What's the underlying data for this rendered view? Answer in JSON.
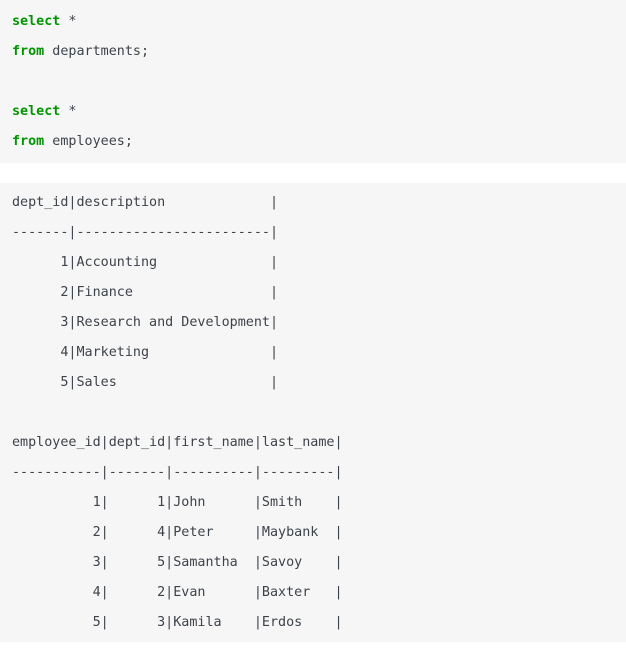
{
  "colors": {
    "page_background": "#ffffff",
    "code_block_background": "#f6f6f6",
    "keyword_color": "#009600",
    "code_text_color": "#3d434a"
  },
  "sql_editor": {
    "lines": [
      {
        "keyword": "select",
        "code": " *"
      },
      {
        "keyword": "from",
        "code": " departments;"
      },
      {
        "keyword": "",
        "code": ""
      },
      {
        "keyword": "select",
        "code": " *"
      },
      {
        "keyword": "from",
        "code": " employees;"
      }
    ]
  },
  "query_results": {
    "departments": {
      "columns": [
        {
          "name": "dept_id",
          "width": 7,
          "align": "right"
        },
        {
          "name": "description",
          "width": 24,
          "align": "left"
        }
      ],
      "rows": [
        [
          "1",
          "Accounting"
        ],
        [
          "2",
          "Finance"
        ],
        [
          "3",
          "Research and Development"
        ],
        [
          "4",
          "Marketing"
        ],
        [
          "5",
          "Sales"
        ]
      ]
    },
    "employees": {
      "columns": [
        {
          "name": "employee_id",
          "width": 11,
          "align": "right"
        },
        {
          "name": "dept_id",
          "width": 7,
          "align": "right"
        },
        {
          "name": "first_name",
          "width": 10,
          "align": "left"
        },
        {
          "name": "last_name",
          "width": 9,
          "align": "left"
        }
      ],
      "rows": [
        [
          "1",
          "1",
          "John",
          "Smith"
        ],
        [
          "2",
          "4",
          "Peter",
          "Maybank"
        ],
        [
          "3",
          "5",
          "Samantha",
          "Savoy"
        ],
        [
          "4",
          "2",
          "Evan",
          "Baxter"
        ],
        [
          "5",
          "3",
          "Kamila",
          "Erdos"
        ]
      ]
    }
  }
}
